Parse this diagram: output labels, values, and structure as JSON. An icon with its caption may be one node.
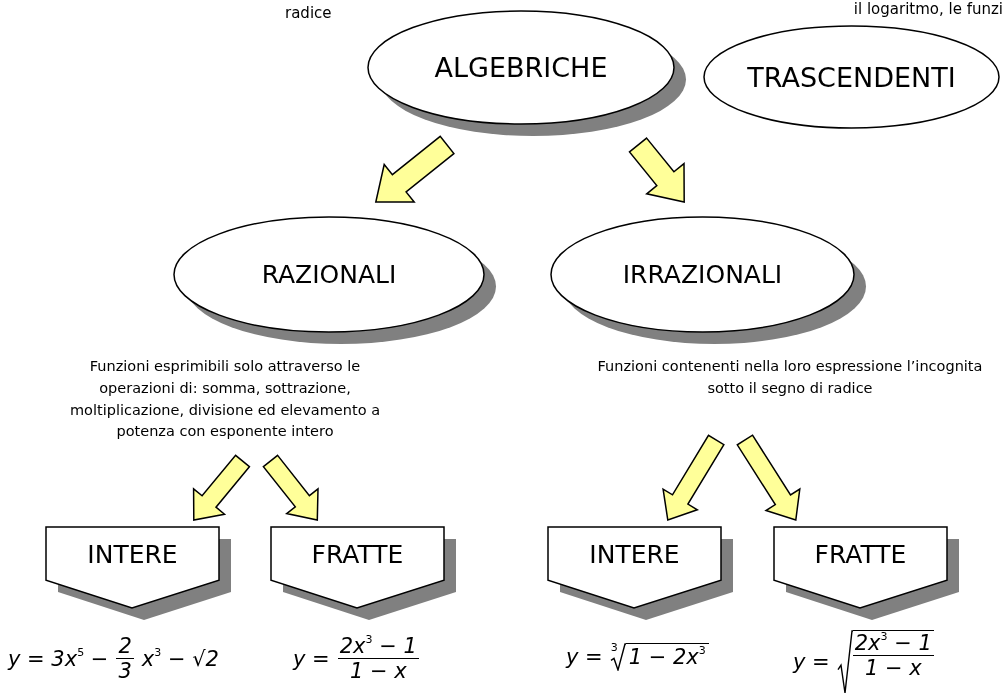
{
  "diagram": {
    "nodes": [
      {
        "text": [
          "ALGEBRICHE"
        ],
        "beside": [
          "radice"
        ]
      },
      {
        "text": [
          "TRASCENDENTI"
        ],
        "beside": [
          "il logaritmo, le funzi"
        ]
      },
      {
        "text": [
          "RAZIONALI"
        ]
      },
      {
        "text": [
          "IRRAZIONALI"
        ]
      },
      {
        "text": [
          "Funzioni esprimibili solo attraverso le operazioni di: somma, sottrazione, moltiplicazione, divisione ed elevamento a potenza con esponente intero"
        ]
      },
      {
        "text": [
          "Funzioni contenenti nella loro espressione l’incognita sotto il segno di radice"
        ]
      },
      {
        "text": [
          "INTERE"
        ],
        "beside": [
          "y = 3x$^{5}$ −",
          "2",
          "3",
          "x$^{3}$ − √2"
        ]
      },
      {
        "text": [
          "FRATTE"
        ],
        "beside": [
          "y =",
          "2x$^{3}$ − 1",
          "1 − x"
        ]
      },
      {
        "text": [
          "INTERE"
        ],
        "beside": [
          "y =",
          "3",
          "1 − 2x$^{3}$"
        ]
      },
      {
        "text": [
          "FRATTE"
        ],
        "beside": [
          "y =",
          "2x$^{3}$ − 1",
          "1 − x"
        ]
      }
    ],
    "edges": [
      {
        "from": 0,
        "to": 2,
        "arrow": "to"
      },
      {
        "from": 0,
        "to": 3,
        "arrow": "to"
      },
      {
        "from": 4,
        "to": 6,
        "arrow": "to"
      },
      {
        "from": 4,
        "to": 7,
        "arrow": "to"
      },
      {
        "from": 5,
        "to": 8,
        "arrow": "to"
      },
      {
        "from": 5,
        "to": 9,
        "arrow": "to"
      }
    ]
  }
}
